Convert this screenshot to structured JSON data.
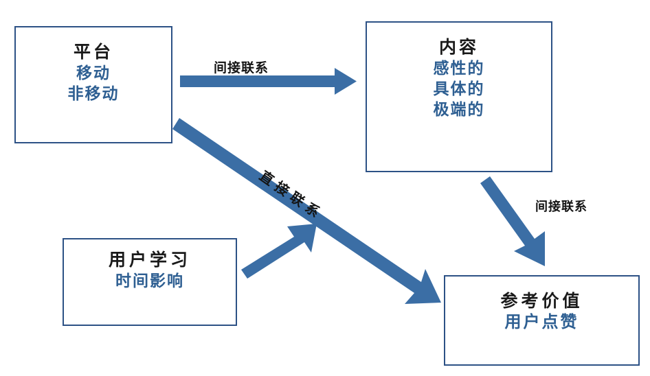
{
  "diagram": {
    "type": "flow-diagram",
    "background_color": "#ffffff",
    "box_border_color": "#2c5185",
    "arrow_color": "#3b6ea5",
    "title_color": "#1a1a1a",
    "subtitle_color": "#2e5f92",
    "nodes": [
      {
        "id": "platform",
        "title": "平台",
        "subtitles": [
          "移动",
          "非移动"
        ]
      },
      {
        "id": "content",
        "title": "内容",
        "subtitles": [
          "感性的",
          "具体的",
          "极端的"
        ]
      },
      {
        "id": "learning",
        "title": "用户学习",
        "subtitles": [
          "时间影响"
        ]
      },
      {
        "id": "reference",
        "title": "参考价值",
        "subtitles": [
          "用户点赞"
        ]
      }
    ],
    "edges": [
      {
        "id": "platform-to-content",
        "label": "间接联系",
        "from": "platform",
        "to": "content"
      },
      {
        "id": "platform-to-reference",
        "label": "直接联系",
        "from": "platform",
        "to": "reference"
      },
      {
        "id": "content-to-reference",
        "label": "间接联系",
        "from": "content",
        "to": "reference"
      },
      {
        "id": "learning-to-diagonal",
        "label": "",
        "from": "learning",
        "to": "platform-to-reference"
      }
    ]
  }
}
